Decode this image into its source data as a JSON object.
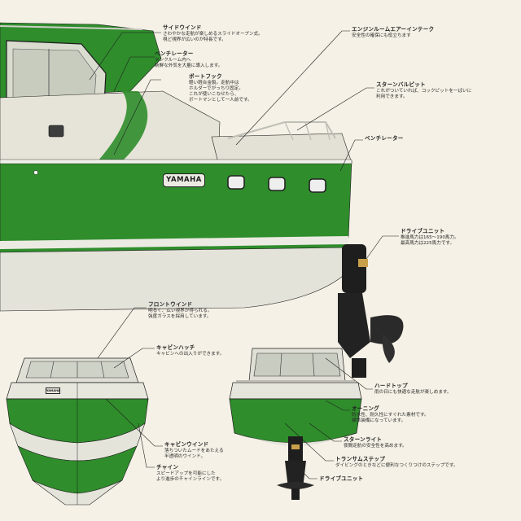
{
  "hull": {
    "brand": "YAMAHA"
  },
  "callouts": [
    {
      "id": "side-window",
      "title": "サイドウインド",
      "lines": [
        "さわやかな走航が楽しめるスライドオープン式。",
        "視ど視界が広いのが特長です。"
      ]
    },
    {
      "id": "ventilator-upper",
      "title": "ベンチレーター",
      "lines": [
        "タンクルーム内へ",
        "新鮮な外気を大量に導入します。"
      ]
    },
    {
      "id": "boat-hook",
      "title": "ボートフック",
      "lines": [
        "軽い軽合金製。走航中は",
        "ホルダーでがっちり固定。",
        "これが使いこなせたら、",
        "ボートマンとして一人前です。"
      ]
    },
    {
      "id": "engine-air-intake",
      "title": "エンジンルームエアーインテーク",
      "lines": [
        "安全性の確保にも役立ちます"
      ]
    },
    {
      "id": "stern-bulkhead",
      "title": "スターンバルピット",
      "lines": [
        "これがついていれば、コックピットを一ばいに",
        "利用できます。"
      ]
    },
    {
      "id": "ventilator-lower",
      "title": "ベンチレーター",
      "lines": []
    },
    {
      "id": "drive-unit-upper",
      "title": "ドライブユニット",
      "lines": [
        "推進馬力は165～190馬力。",
        "最高馬力は225馬力です。"
      ]
    },
    {
      "id": "front-window",
      "title": "フロントウインド",
      "lines": [
        "明るく、広い視界が得られる。",
        "強度ガラスを採用しています。"
      ]
    },
    {
      "id": "cabin-hatch",
      "title": "キャビンハッチ",
      "lines": [
        "キャビンへの出入りができます。"
      ]
    },
    {
      "id": "hard-top",
      "title": "ハードトップ",
      "lines": [
        "雨の日にも快適な走航が楽しめます。"
      ]
    },
    {
      "id": "awning",
      "title": "オーニング",
      "lines": [
        "防水性、耐久性にすぐれた素材です。",
        "標準装備になっています。"
      ]
    },
    {
      "id": "stern-light",
      "title": "スターンライト",
      "lines": [
        "夜間走航の安全性を高めます。"
      ]
    },
    {
      "id": "transom-step",
      "title": "トランサムステップ",
      "lines": [
        "ダイビングのときなどに便利なつくりつけのステップです。"
      ]
    },
    {
      "id": "drive-unit-lower",
      "title": "ドライブユニット",
      "lines": []
    },
    {
      "id": "cabin-window",
      "title": "キャビンウインド",
      "lines": [
        "落ちついたムードをあたえる",
        "半透明のウインド。"
      ]
    },
    {
      "id": "chine",
      "title": "チャイン",
      "lines": [
        "スピードアップを可能にした",
        "より進歩のチャインラインです。"
      ]
    }
  ],
  "colors": {
    "paper": "#f5f1e6",
    "hull_green": "#2e8a2c",
    "hull_white": "#e8e6dc",
    "outline": "#1e1e1e"
  }
}
